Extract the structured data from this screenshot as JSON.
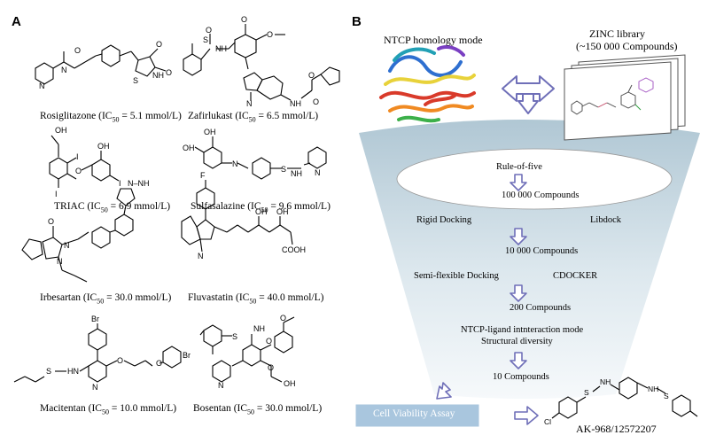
{
  "panel_a": {
    "letter": "A",
    "compounds": [
      {
        "name": "Rosiglitazone",
        "ic_value": "5.1",
        "unit": "mmol/L"
      },
      {
        "name": "Zafirlukast",
        "ic_value": "6.5",
        "unit": "mmol/L"
      },
      {
        "name": "TRIAC",
        "ic_value": "6.9",
        "unit": "mmol/L"
      },
      {
        "name": "Sulfasalazine",
        "ic_value": "9.6",
        "unit": "mmol/L"
      },
      {
        "name": "Irbesartan",
        "ic_value": "30.0",
        "unit": "mmol/L"
      },
      {
        "name": "Fluvastatin",
        "ic_value": "40.0",
        "unit": "mmol/L"
      },
      {
        "name": "Macitentan",
        "ic_value": "10.0",
        "unit": "mmol/L"
      },
      {
        "name": "Bosentan",
        "ic_value": "30.0",
        "unit": "mmol/L"
      }
    ],
    "ic_label": "IC",
    "ic_sub": "50",
    "atoms": {
      "N": "N",
      "O": "O",
      "S": "S",
      "I": "I",
      "F": "F",
      "Br": "Br",
      "NH": "NH",
      "OH": "OH",
      "HN": "HN",
      "N_NH": "N–NH",
      "COOH": "COOH"
    }
  },
  "panel_b": {
    "letter": "B",
    "ntcp_label": "NTCP homology mode",
    "zinc_title": "ZINC library",
    "zinc_count": "(~150 000 Compounds)",
    "rule_of_five": "Rule-of-five",
    "count_100k": "100 000 Compounds",
    "rigid_docking": "Rigid Docking",
    "libdock": "Libdock",
    "count_10k": "10 000 Compounds",
    "semi_flexible": "Semi-flexible Docking",
    "cdocker": "CDOCKER",
    "count_200": "200 Compounds",
    "interaction_mode": "NTCP-ligand intnteraction mode",
    "structural_diversity": "Structural diversity",
    "count_10": "10 Compounds",
    "cell_viability": "Cell Viability Assay",
    "final_compound": "AK-968/12572207",
    "colors": {
      "arrow": "#6f6fb8",
      "funnel_top": "#b0c7d4",
      "funnel_bottom": "#f2f6f8",
      "assay_box": "#a9c6de",
      "protein": "#3b8fd4"
    }
  }
}
